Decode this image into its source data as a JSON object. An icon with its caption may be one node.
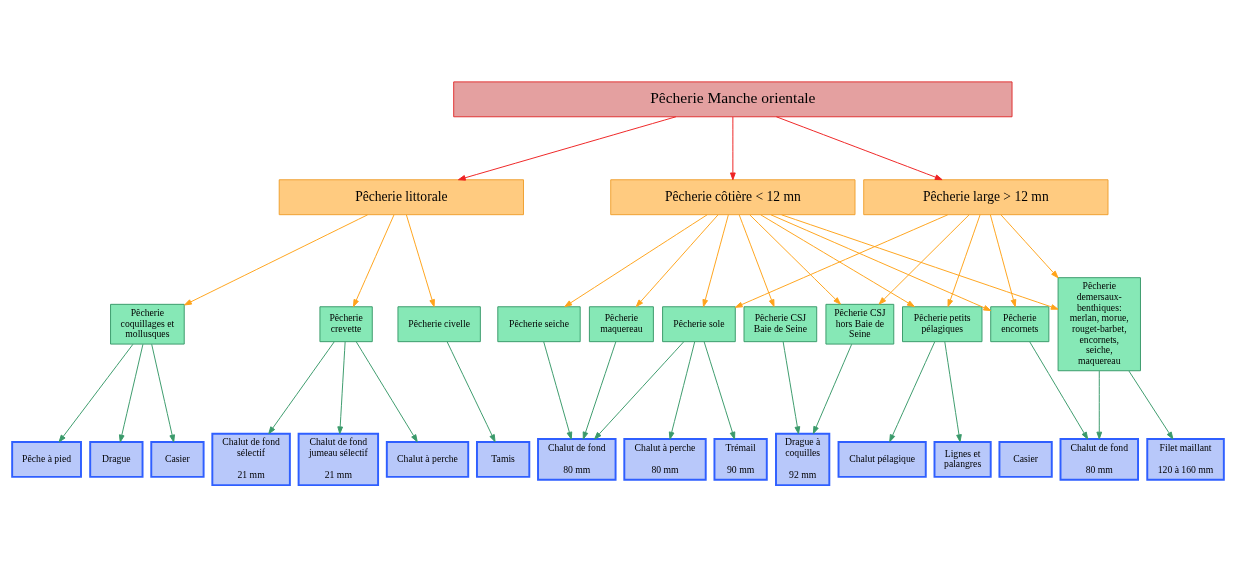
{
  "diagram": {
    "nodes": [
      {
        "text": [
          "Pêcherie Manche orientale"
        ]
      },
      {
        "text": [
          "Pêcherie littorale"
        ]
      },
      {
        "text": [
          "Pêcherie côtière < 12 mn"
        ]
      },
      {
        "text": [
          "Pêcherie large > 12 mn"
        ]
      },
      {
        "text": [
          "Pêcherie crevette"
        ]
      },
      {
        "text": [
          "Pêcherie civelle"
        ]
      },
      {
        "text": [
          "Pêcherie coquillages et mollusques"
        ]
      },
      {
        "text": [
          "Pêcherie CSJ Baie de Seine"
        ]
      },
      {
        "text": [
          "Pêcherie CSJ hors Baie de Seine"
        ]
      },
      {
        "text": [
          "Pêcherie sole"
        ]
      },
      {
        "text": [
          "Pêcherie maquereau"
        ]
      },
      {
        "text": [
          "Pêcherie seiche"
        ]
      },
      {
        "text": [
          "Pêcherie petits pélagiques"
        ]
      },
      {
        "text": [
          "Pêcherie encornets"
        ]
      },
      {
        "text": [
          "Pêcherie demersaux-benthiques: merlan, morue, rouget-barbet, encornets, seiche, maquereau"
        ]
      },
      {
        "text": [
          "Chalut à perche"
        ]
      },
      {
        "text": [
          "Chalut de fond sélectif",
          "21 mm"
        ]
      },
      {
        "text": [
          "Chalut de fond jumeau sélectif",
          "21 mm"
        ]
      },
      {
        "text": [
          "Tamis"
        ]
      },
      {
        "text": [
          "Pêche à pied"
        ]
      },
      {
        "text": [
          "Drague"
        ]
      },
      {
        "text": [
          "Casier"
        ]
      },
      {
        "text": [
          "Drague à coquilles",
          "92 mm"
        ]
      },
      {
        "text": [
          "Trémail",
          "90 mm"
        ]
      },
      {
        "text": [
          "Chalut à perche",
          "80 mm"
        ]
      },
      {
        "text": [
          "Chalut de fond",
          "80 mm"
        ]
      },
      {
        "text": [
          "Casier"
        ]
      },
      {
        "text": [
          "Chalut pélagique"
        ]
      },
      {
        "text": [
          "Lignes et palangres"
        ]
      },
      {
        "text": [
          "Chalut de fond",
          "80 mm"
        ]
      },
      {
        "text": [
          "Filet maillant",
          "120 à 160 mm"
        ]
      }
    ],
    "edges": [
      {
        "from": 0,
        "to": 1,
        "arrow": "to",
        "color": "#ee2222"
      },
      {
        "from": 0,
        "to": 2,
        "arrow": "to",
        "color": "#ee2222"
      },
      {
        "from": 0,
        "to": 3,
        "arrow": "to",
        "color": "#ee2222"
      },
      {
        "from": 1,
        "to": 4,
        "arrow": "to",
        "color": "#ffa31a"
      },
      {
        "from": 1,
        "to": 5,
        "arrow": "to",
        "color": "#ffa31a"
      },
      {
        "from": 1,
        "to": 6,
        "arrow": "to",
        "color": "#ffa31a"
      },
      {
        "from": 2,
        "to": 7,
        "arrow": "to",
        "color": "#ffa31a"
      },
      {
        "from": 2,
        "to": 8,
        "arrow": "to",
        "color": "#ffa31a"
      },
      {
        "from": 2,
        "to": 9,
        "arrow": "to",
        "color": "#ffa31a"
      },
      {
        "from": 2,
        "to": 10,
        "arrow": "to",
        "color": "#ffa31a"
      },
      {
        "from": 2,
        "to": 11,
        "arrow": "to",
        "color": "#ffa31a"
      },
      {
        "from": 2,
        "to": 12,
        "arrow": "to",
        "color": "#ffa31a"
      },
      {
        "from": 2,
        "to": 13,
        "arrow": "to",
        "color": "#ffa31a"
      },
      {
        "from": 2,
        "to": 14,
        "arrow": "to",
        "color": "#ffa31a"
      },
      {
        "from": 3,
        "to": 8,
        "arrow": "to",
        "color": "#ffa31a"
      },
      {
        "from": 3,
        "to": 9,
        "arrow": "to",
        "color": "#ffa31a"
      },
      {
        "from": 3,
        "to": 12,
        "arrow": "to",
        "color": "#ffa31a"
      },
      {
        "from": 3,
        "to": 13,
        "arrow": "to",
        "color": "#ffa31a"
      },
      {
        "from": 3,
        "to": 14,
        "arrow": "to",
        "color": "#ffa31a"
      },
      {
        "from": 4,
        "to": 15,
        "arrow": "to"
      },
      {
        "from": 4,
        "to": 16,
        "arrow": "to"
      },
      {
        "from": 4,
        "to": 17,
        "arrow": "to"
      },
      {
        "from": 5,
        "to": 18,
        "arrow": "to"
      },
      {
        "from": 6,
        "to": 19,
        "arrow": "to"
      },
      {
        "from": 6,
        "to": 20,
        "arrow": "to"
      },
      {
        "from": 6,
        "to": 21,
        "arrow": "to"
      },
      {
        "from": 7,
        "to": 22,
        "arrow": "to"
      },
      {
        "from": 8,
        "to": 22,
        "arrow": "to"
      },
      {
        "from": 9,
        "to": 23,
        "arrow": "to"
      },
      {
        "from": 9,
        "to": 24,
        "arrow": "to"
      },
      {
        "from": 9,
        "to": 25,
        "arrow": "to"
      },
      {
        "from": 10,
        "to": 25,
        "arrow": "to"
      },
      {
        "from": 11,
        "to": 25,
        "arrow": "to"
      },
      {
        "from": 12,
        "to": 27,
        "arrow": "to"
      },
      {
        "from": 12,
        "to": 28,
        "arrow": "to"
      },
      {
        "from": 13,
        "to": 29,
        "arrow": "to"
      },
      {
        "from": 14,
        "to": 29,
        "arrow": "to"
      },
      {
        "from": 14,
        "to": 30,
        "arrow": "to"
      }
    ]
  }
}
